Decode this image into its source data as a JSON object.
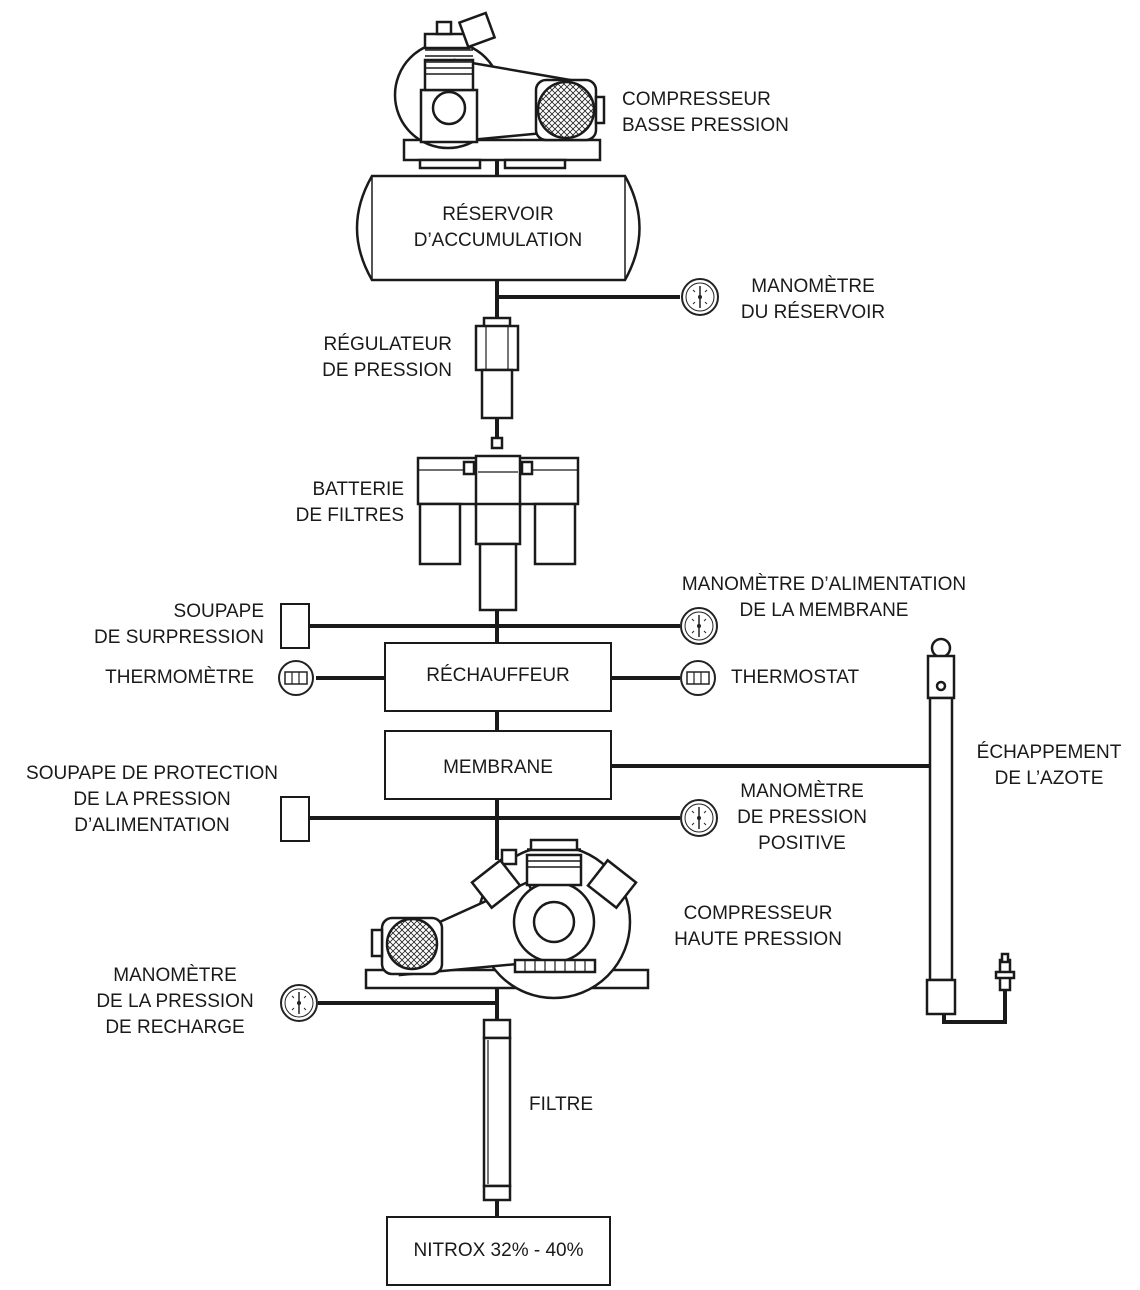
{
  "labels": {
    "compresseur_bp": [
      "COMPRESSEUR",
      "BASSE PRESSION"
    ],
    "reservoir": [
      "RÉSERVOIR",
      "D’ACCUMULATION"
    ],
    "manometre_reservoir": [
      "MANOMÈTRE",
      "DU RÉSERVOIR"
    ],
    "regulateur": [
      "RÉGULATEUR",
      "DE PRESSION"
    ],
    "batterie": [
      "BATTERIE",
      "DE FILTRES"
    ],
    "manometre_alimentation": [
      "MANOMÈTRE D’ALIMENTATION",
      "DE LA MEMBRANE"
    ],
    "soupape_surpression": [
      "SOUPAPE",
      "DE SURPRESSION"
    ],
    "thermometre": "THERMOMÈTRE",
    "rechauffeur": "RÉCHAUFFEUR",
    "thermostat": "THERMOSTAT",
    "membrane": "MEMBRANE",
    "echappement": [
      "ÉCHAPPEMENT",
      "DE L’AZOTE"
    ],
    "soupape_protection": [
      "SOUPAPE DE PROTECTION",
      "DE LA PRESSION",
      "D’ALIMENTATION"
    ],
    "manometre_positive": [
      "MANOMÈTRE",
      "DE PRESSION",
      "POSITIVE"
    ],
    "compresseur_hp": [
      "COMPRESSEUR",
      "HAUTE PRESSION"
    ],
    "manometre_recharge": [
      "MANOMÈTRE",
      "DE LA PRESSION",
      "DE RECHARGE"
    ],
    "filtre": "FILTRE",
    "nitrox": "NITROX 32% - 40%"
  },
  "icons": {
    "gauge": "pressure-gauge-icon",
    "thermo": "thermometer-icon",
    "valve": "relief-valve-icon"
  }
}
